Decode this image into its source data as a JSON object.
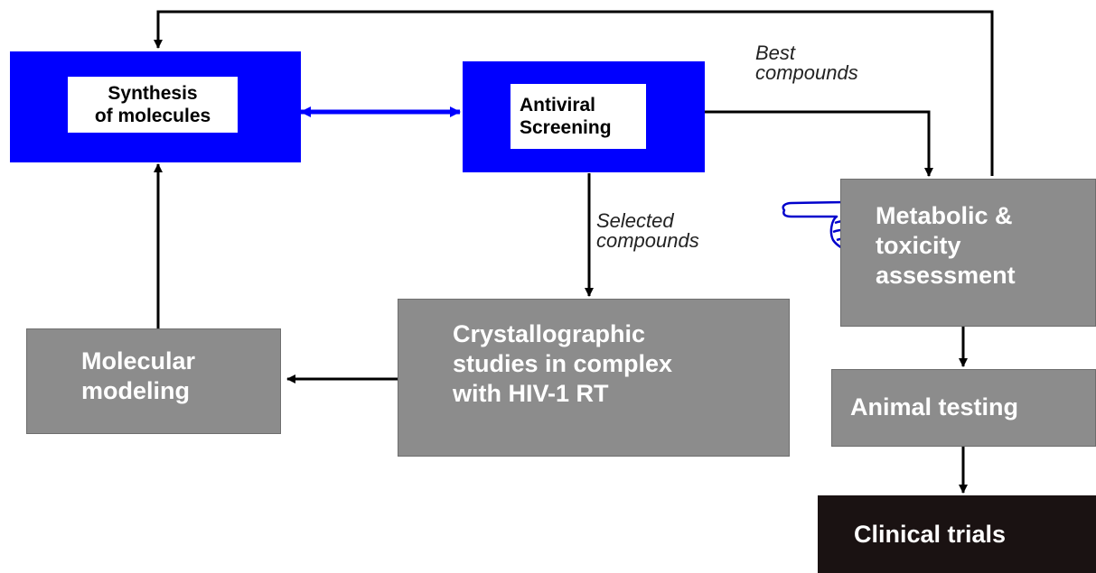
{
  "nodes": {
    "synthesis": {
      "label": "Synthesis\nof molecules"
    },
    "screening": {
      "label": "Antiviral\nScreening"
    },
    "metabolic": {
      "label": "Metabolic &\ntoxicity\nassessment"
    },
    "crystallographic": {
      "label": "Crystallographic\nstudies in complex\nwith HIV-1 RT"
    },
    "modeling": {
      "label": "Molecular\nmodeling"
    },
    "animal": {
      "label": "Animal testing"
    },
    "clinical": {
      "label": "Clinical trials"
    }
  },
  "edge_labels": {
    "best": "Best\ncompounds",
    "selected": "Selected\ncompounds"
  },
  "colors": {
    "blue_box": "#0000ff",
    "gray_box": "#8c8c8c",
    "black_box": "#1a1212",
    "arrow": "#000000"
  },
  "icons": {
    "pointer": "pointing-hand-icon"
  }
}
